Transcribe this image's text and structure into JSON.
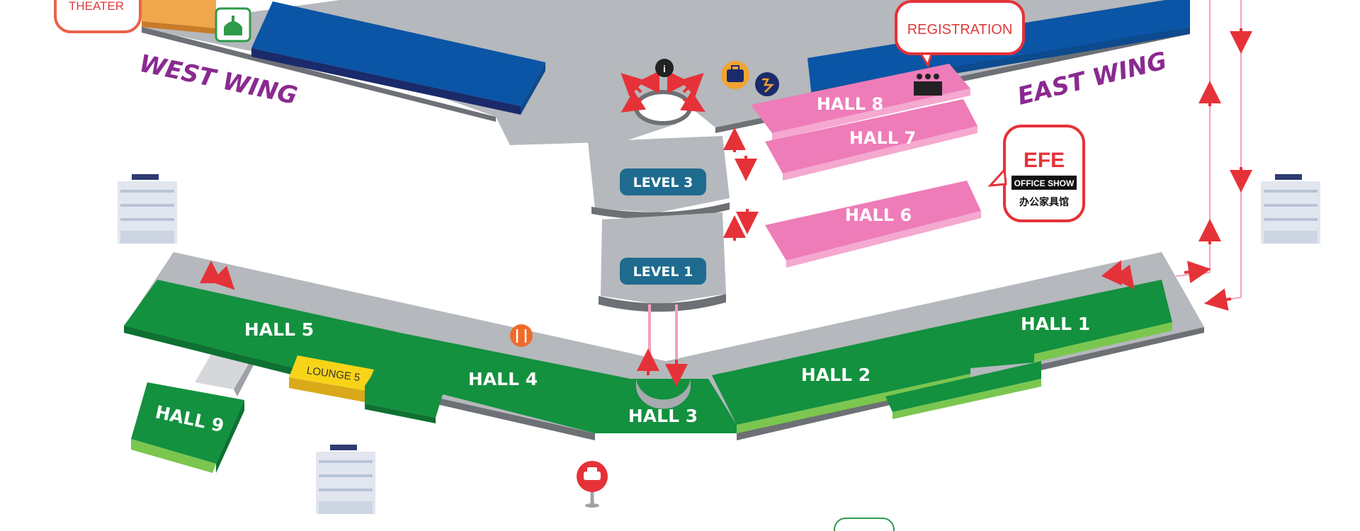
{
  "labels": {
    "theater": "THEATER",
    "west_wing": "WEST WING",
    "east_wing": "EAST WING",
    "registration": "REGISTRATION",
    "level3": "LEVEL 3",
    "level1": "LEVEL 1",
    "lounge5": "LOUNGE 5"
  },
  "halls": {
    "hall1": "HALL 1",
    "hall2": "HALL 2",
    "hall3": "HALL 3",
    "hall4": "HALL 4",
    "hall5": "HALL 5",
    "hall6": "HALL 6",
    "hall7": "HALL 7",
    "hall8": "HALL 8",
    "hall9": "HALL 9"
  },
  "efe_logo": {
    "letters": "EFE",
    "band": "OFFICE SHOW",
    "chinese": "办公家具馆"
  },
  "icons": {
    "info": "i"
  },
  "colors": {
    "corridor": "#b5b8bc",
    "corridor_edge": "#6d7074",
    "blue_hall": "#0b55a6",
    "blue_hall_dark": "#1a2a6b",
    "pink_hall": "#ee7cb8",
    "pink_hall_light": "#f5a8d0",
    "green_hall": "#13913f",
    "green_hall_light": "#7bc64f",
    "accent_red": "#e53238",
    "wing_purple": "#8a2a90",
    "level_badge": "#1e6b8f",
    "lounge_yellow": "#f7d418",
    "theater_orange": "#f0a64a"
  }
}
